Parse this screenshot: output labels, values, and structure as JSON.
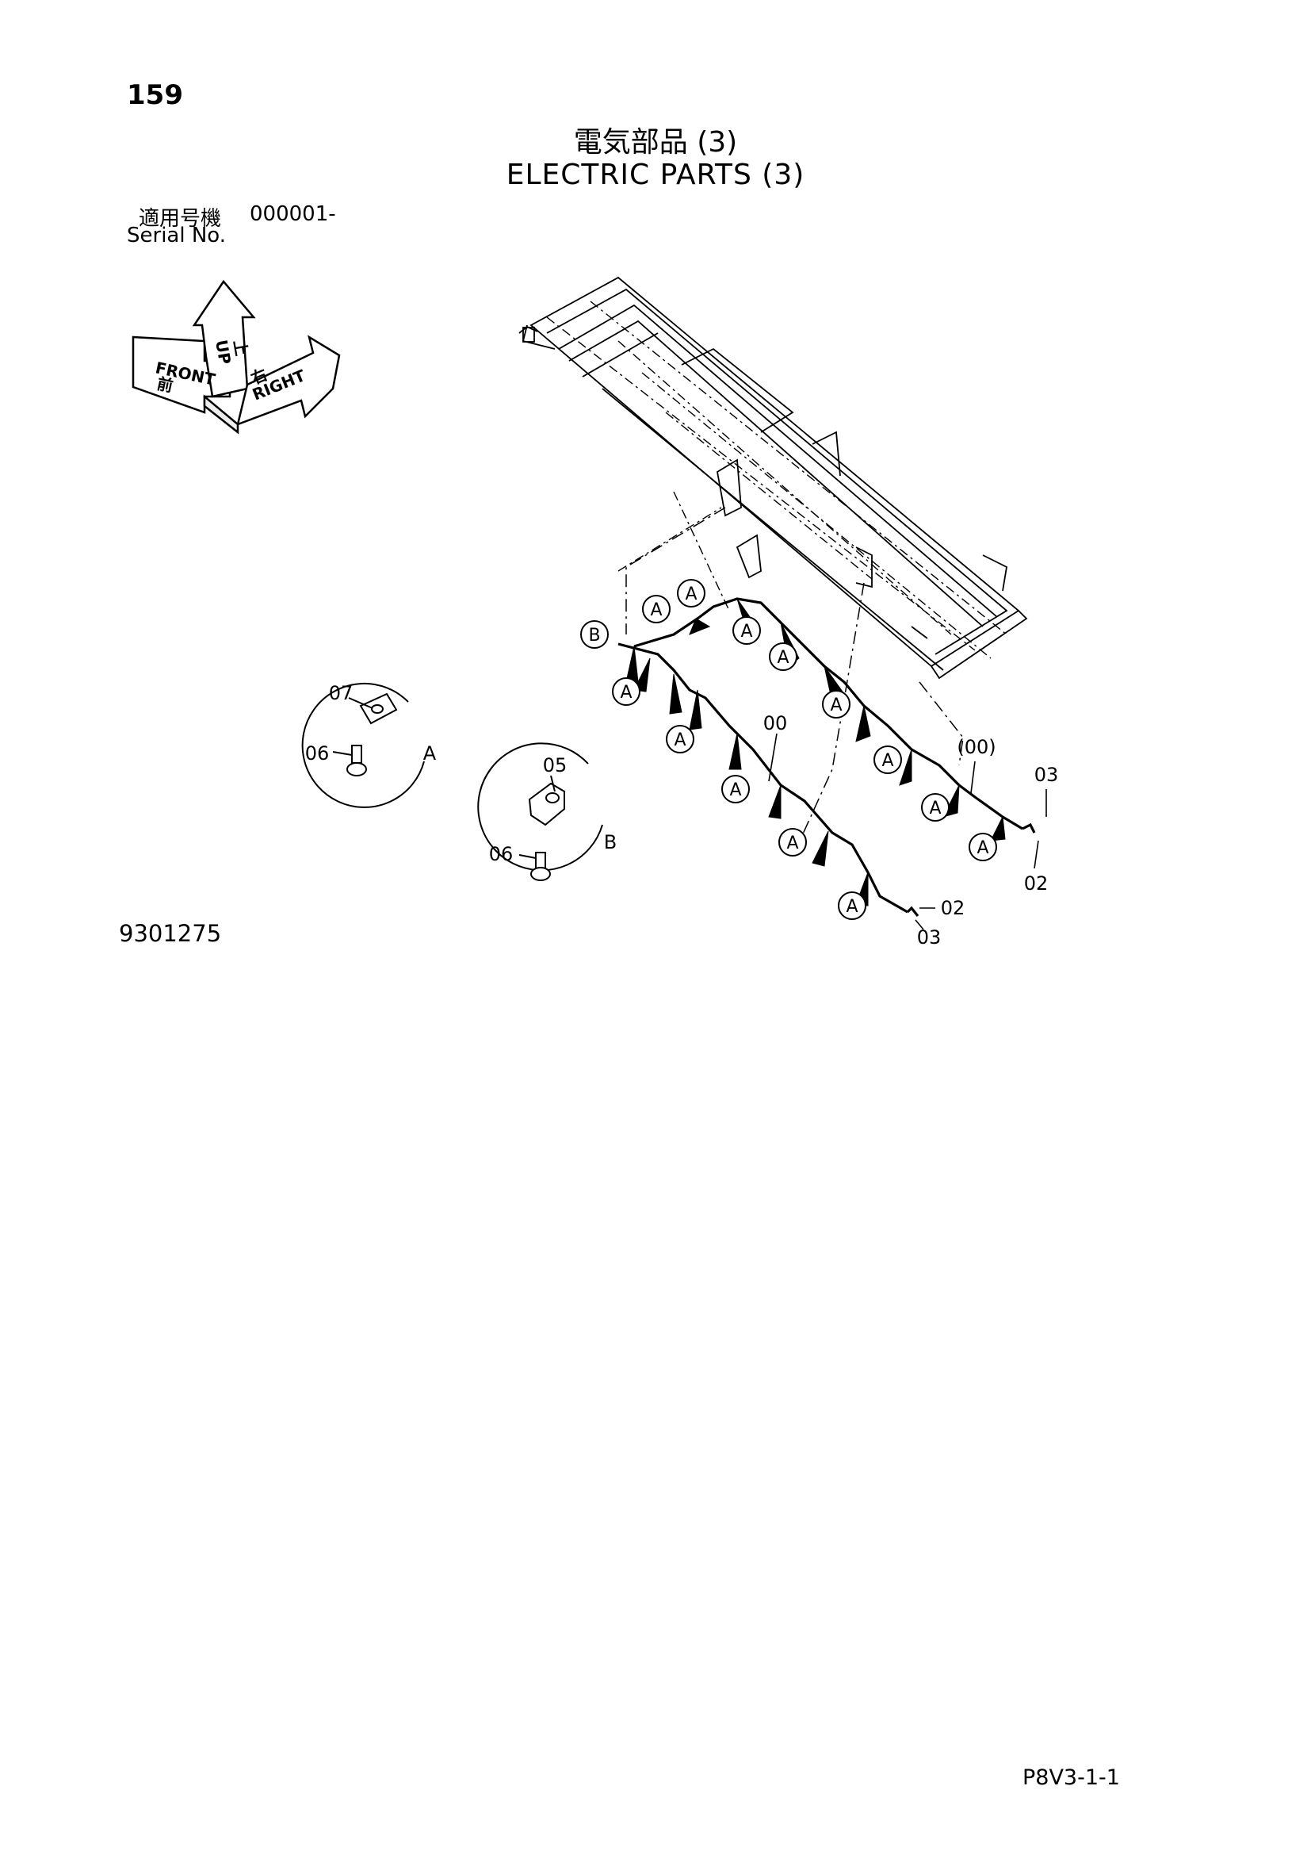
{
  "header": {
    "page_number": "159",
    "title_jp": "電気部品 (3)",
    "title_en": "ELECTRIC PARTS (3)",
    "serial_label_jp": "適用号機",
    "serial_value": "000001-",
    "serial_label_en": "Serial No."
  },
  "orientation": {
    "up_label": "UP",
    "up_label_jp": "上",
    "front_label": "FRONT",
    "front_label_jp": "前",
    "right_label": "RIGHT",
    "right_label_jp": "右"
  },
  "callouts": {
    "harness": "00",
    "harness_ref": "(00)",
    "part_02": "02",
    "part_03": "03",
    "part_05": "05",
    "part_06": "06",
    "part_07": "07",
    "clamp_a": "A",
    "clamp_b": "B"
  },
  "footer": {
    "figure_number": "9301275",
    "page_code": "P8V3-1-1"
  }
}
